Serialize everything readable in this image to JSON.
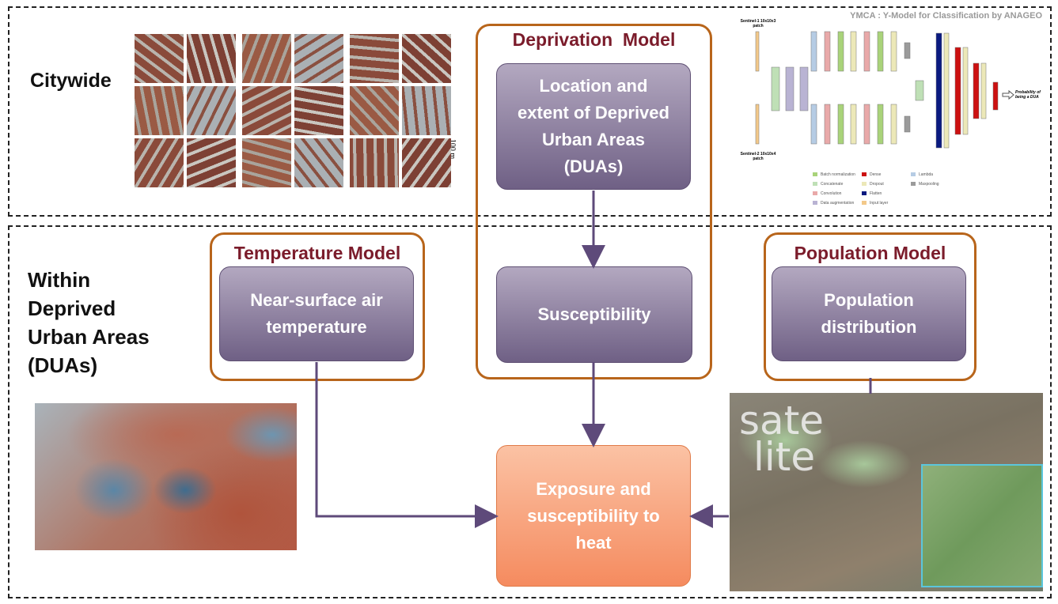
{
  "sections": {
    "citywide": "Citywide",
    "within": [
      "Within",
      "Deprived",
      "Urban Areas",
      "(DUAs)"
    ]
  },
  "deprivation_model": {
    "title": "Deprivation  Model",
    "location_box": "Location and extent of Deprived Urban Areas (DUAs)",
    "susceptibility_box": "Susceptibility"
  },
  "temperature_model": {
    "title": "Temperature Model",
    "box": "Near-surface air temperature"
  },
  "population_model": {
    "title": "Population Model",
    "box": "Population distribution"
  },
  "output_box": "Exposure and susceptibility to heat",
  "satellite_image": {
    "watermark": [
      "sate",
      "lite"
    ]
  },
  "city_grid": {
    "scale_label": "100 m"
  },
  "ymca_figure": {
    "title": "YMCA : Y-Model for Classification by ANAGEO",
    "input1": "Sentinel-1 10x10x3 patch",
    "input2": "Sentinel-2 10x10x4 patch",
    "output": "Probability of being a DUA",
    "legend": [
      "Batch normalization",
      "Concatenate",
      "Convolution",
      "Data augmentation",
      "Dense",
      "Dropout",
      "Flatten",
      "Input layer",
      "Lambda",
      "Maxpooling"
    ]
  },
  "colors": {
    "model_border": "#b8651b",
    "model_title": "#7b1c2b",
    "arrow": "#5e4a7a",
    "process_box": "#8a7c9c",
    "output_box": "#f7a07a"
  }
}
